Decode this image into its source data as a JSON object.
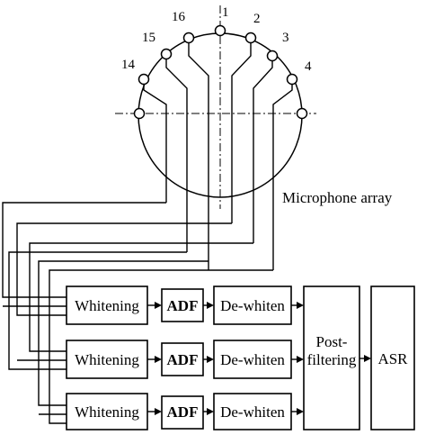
{
  "microphone_array": {
    "caption": "Microphone array",
    "mic_labels": [
      "1",
      "2",
      "3",
      "4",
      "14",
      "15",
      "16"
    ]
  },
  "processing": {
    "rows": [
      {
        "whitening": "Whitening",
        "adf": "ADF",
        "dewhiten": "De-whiten"
      },
      {
        "whitening": "Whitening",
        "adf": "ADF",
        "dewhiten": "De-whiten"
      },
      {
        "whitening": "Whitening",
        "adf": "ADF",
        "dewhiten": "De-whiten"
      }
    ],
    "postfilter_line1": "Post-",
    "postfilter_line2": "filtering",
    "asr": "ASR"
  }
}
